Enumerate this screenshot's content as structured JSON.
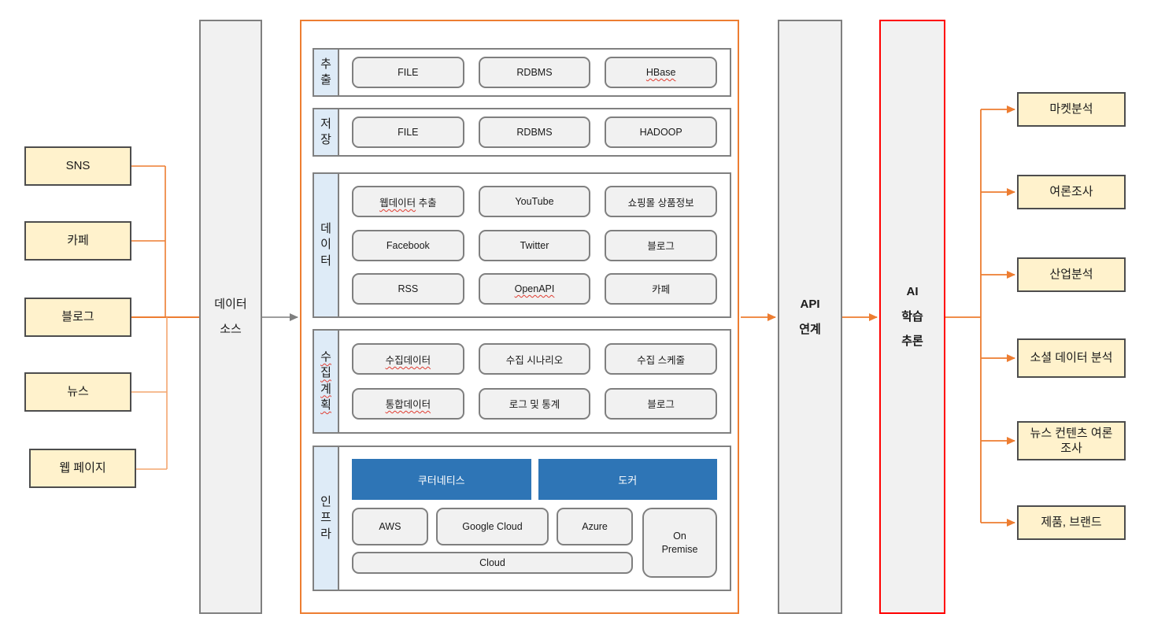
{
  "colors": {
    "accent_orange": "#ED7D31",
    "accent_orange_light": "#F4A56F",
    "source_yellow": "#FFF2CC",
    "label_blue": "#DEEBF7",
    "platform_blue": "#2E75B6",
    "alert_red": "#FF0000",
    "stage_gray_fill": "#F1F1F1",
    "border_gray": "#7F7F7F",
    "spellcheck_red": "#E03C31"
  },
  "left_sources": {
    "items": [
      "SNS",
      "카페",
      "블로그",
      "뉴스",
      "웹 페이지"
    ]
  },
  "data_source": {
    "line1": "데이터",
    "line2": "소스"
  },
  "pipeline": {
    "rows": [
      {
        "label": "추출",
        "items": [
          "FILE",
          "RDBMS",
          "HBase"
        ]
      },
      {
        "label": "저장",
        "items": [
          "FILE",
          "RDBMS",
          "HADOOP"
        ]
      },
      {
        "label": "데이터",
        "items": [
          {
            "wavy": "웹데이터",
            "rest": " 추출"
          },
          "YouTube",
          "쇼핑몰 상품정보",
          "Facebook",
          "Twitter",
          "블로그",
          "RSS",
          "OpenAPI",
          "카페"
        ]
      },
      {
        "label": "수집계획",
        "items": [
          "수집데이터",
          "수집 시나리오",
          "수집 스케줄",
          "통합데이터",
          "로그 및 통계",
          "블로그"
        ]
      },
      {
        "label": "인프라",
        "platforms": [
          "쿠터네티스",
          "도커"
        ],
        "clouds": [
          "AWS",
          "Google Cloud",
          "Azure"
        ],
        "on_premise": "On Premise",
        "cloud_bar": "Cloud"
      }
    ]
  },
  "api_link": {
    "line1": "API",
    "line2": "연계"
  },
  "ai_box": {
    "line1": "AI",
    "line2": "학습",
    "line3": "추론"
  },
  "outputs": {
    "items": [
      "마켓분석",
      "여론조사",
      "산업분석",
      "소셜 데이터 분석",
      "뉴스 컨텐츠 여론조사",
      "제품, 브랜드"
    ]
  }
}
